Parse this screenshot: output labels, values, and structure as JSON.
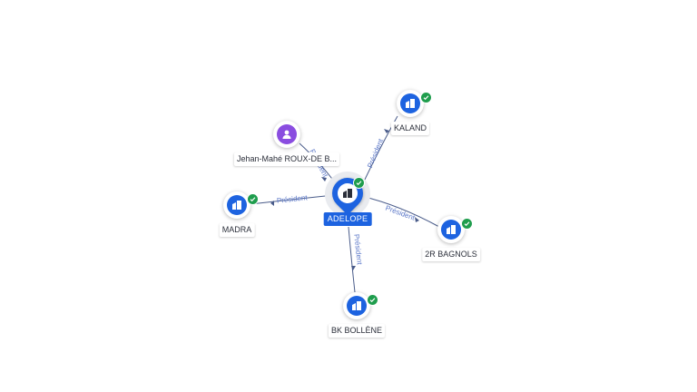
{
  "graph": {
    "center": {
      "id": "adelope",
      "label": "ADELOPE",
      "kind": "company",
      "icon": "building-icon",
      "verified": true
    },
    "nodes": [
      {
        "id": "kaland",
        "label": "KALAND",
        "kind": "company",
        "icon": "building-icon",
        "verified": true
      },
      {
        "id": "jehan",
        "label": "Jehan-Mahé ROUX-DE B...",
        "kind": "person",
        "icon": "person-icon",
        "verified": false
      },
      {
        "id": "madra",
        "label": "MADRA",
        "kind": "company",
        "icon": "building-icon",
        "verified": true
      },
      {
        "id": "2rbagnols",
        "label": "2R BAGNOLS",
        "kind": "company",
        "icon": "building-icon",
        "verified": true
      },
      {
        "id": "bkbollene",
        "label": "BK BOLLÈNE",
        "kind": "company",
        "icon": "building-icon",
        "verified": true
      }
    ],
    "edges": [
      {
        "from": "adelope",
        "to": "kaland",
        "label": "Président"
      },
      {
        "from": "jehan",
        "to": "adelope",
        "label": "Président"
      },
      {
        "from": "adelope",
        "to": "madra",
        "label": "Président"
      },
      {
        "from": "adelope",
        "to": "2rbagnols",
        "label": "Président"
      },
      {
        "from": "adelope",
        "to": "bkbollene",
        "label": "Président"
      }
    ]
  },
  "colors": {
    "company": "#1d63e0",
    "person": "#8a4de0",
    "verified": "#1f9d4d",
    "edge": "#4a5c8a",
    "edge_label": "#5b77c8"
  }
}
